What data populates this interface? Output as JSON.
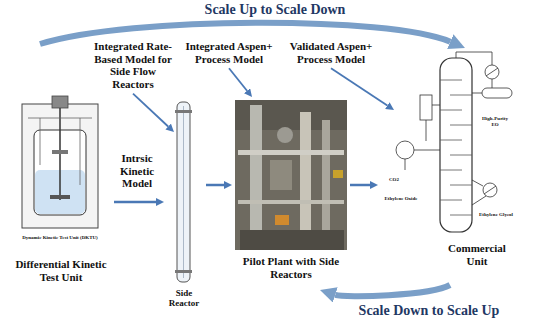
{
  "diagram": {
    "nodes": [
      {
        "text": [
          "Differential Kinetic Test Unit"
        ]
      },
      {
        "text": [
          "Side Reactor"
        ]
      },
      {
        "text": [
          "Pilot Plant with Side Reactors"
        ]
      },
      {
        "text": [
          "Commercial Unit"
        ]
      }
    ],
    "edges": [
      {
        "from": 0,
        "to": 1,
        "arrow": "to",
        "label": "Intrsic Kinetic Model"
      },
      {
        "from": 1,
        "to": 2,
        "arrow": "to"
      },
      {
        "from": 2,
        "to": 3,
        "arrow": "to"
      },
      {
        "from": 0,
        "to": 3,
        "arrow": "to",
        "label": "Scale Up to Scale Down"
      },
      {
        "from": 3,
        "to": 2,
        "arrow": "to",
        "label": "Scale Down to Scale Up"
      }
    ],
    "labels": [
      "Integrated Rate-Based Model for Side Flow Reactors",
      "Integrated Aspen+ Process Model",
      "Validated Aspen+ Process Model",
      "Dynamic Kinetic Test Unit (DKTU)",
      "High-Purity EO",
      "CO2",
      "Ethylene Oxide",
      "Ethylene Glycol"
    ]
  }
}
